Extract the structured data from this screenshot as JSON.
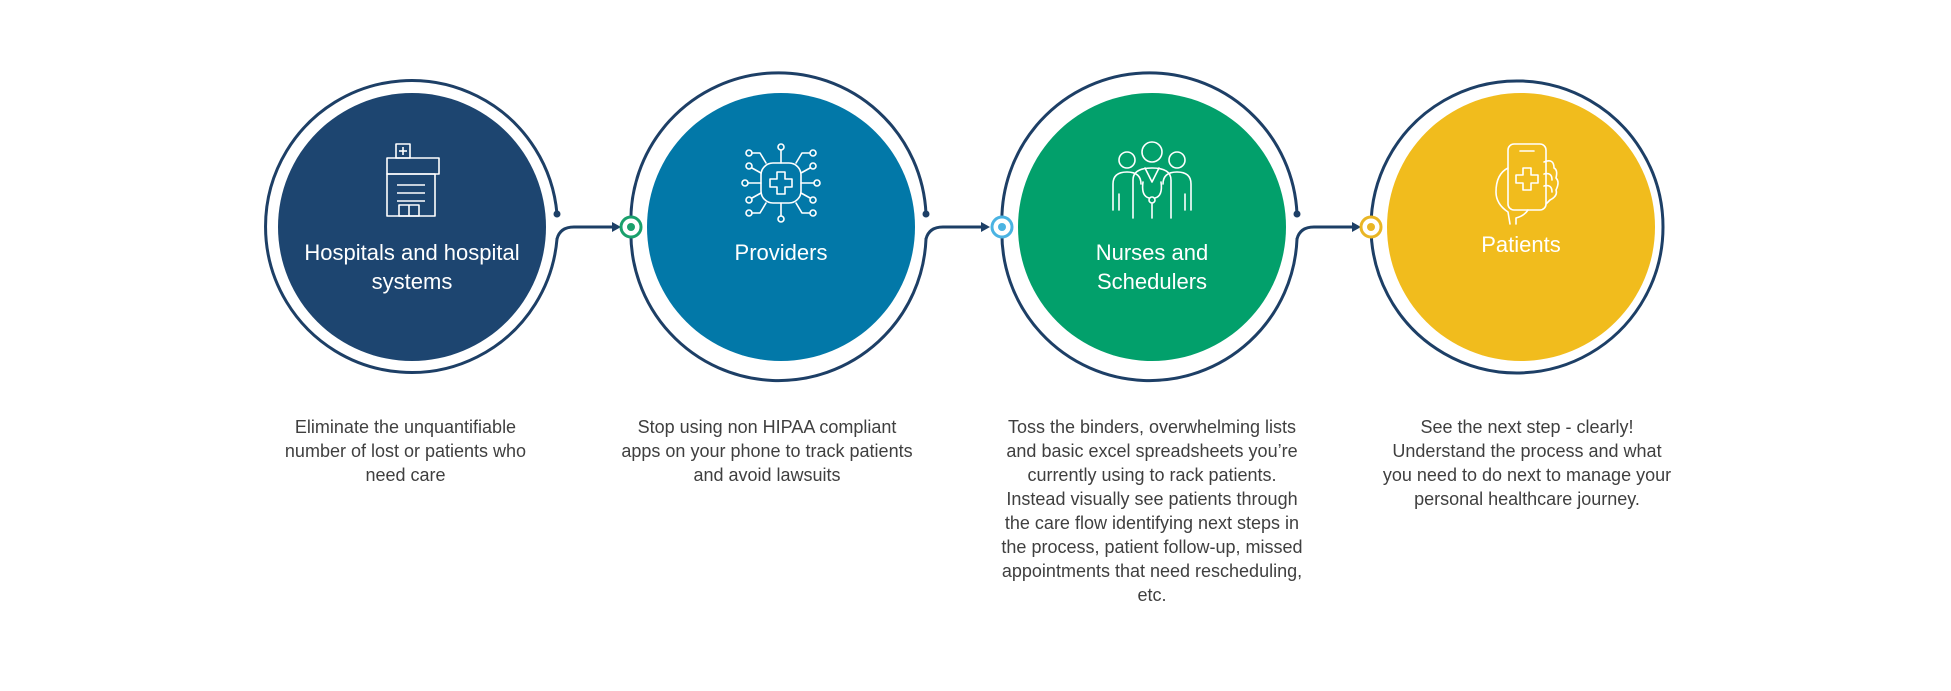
{
  "colors": {
    "ring": "#1d3f66",
    "hospitals": "#1d4570",
    "providers": "#0278a8",
    "nurses": "#02a06b",
    "patients": "#f1bc1d",
    "node_green": "#1aa06c",
    "node_blue": "#4ab3e2",
    "node_yellow": "#e9b625",
    "text": "#3f3f3f"
  },
  "stages": [
    {
      "title": "Hospitals and hospital systems",
      "icon": "hospital-building-icon",
      "description": "Eliminate the unquantifiable number of lost or patients who need care"
    },
    {
      "title": "Providers",
      "icon": "medical-network-icon",
      "description": "Stop using non HIPAA compliant apps on your phone to track patients and avoid lawsuits"
    },
    {
      "title": "Nurses and Schedulers",
      "icon": "medical-staff-icon",
      "description": "Toss the binders, overwhelming lists and basic excel spreadsheets you’re currently using to rack patients. Instead visually see patients through the care flow identifying next steps in the process, patient follow-up, missed appointments that need rescheduling, etc."
    },
    {
      "title": "Patients",
      "icon": "mobile-health-icon",
      "description": "See the next step - clearly! Understand the process and what you need to do next to manage your personal healthcare journey."
    }
  ]
}
